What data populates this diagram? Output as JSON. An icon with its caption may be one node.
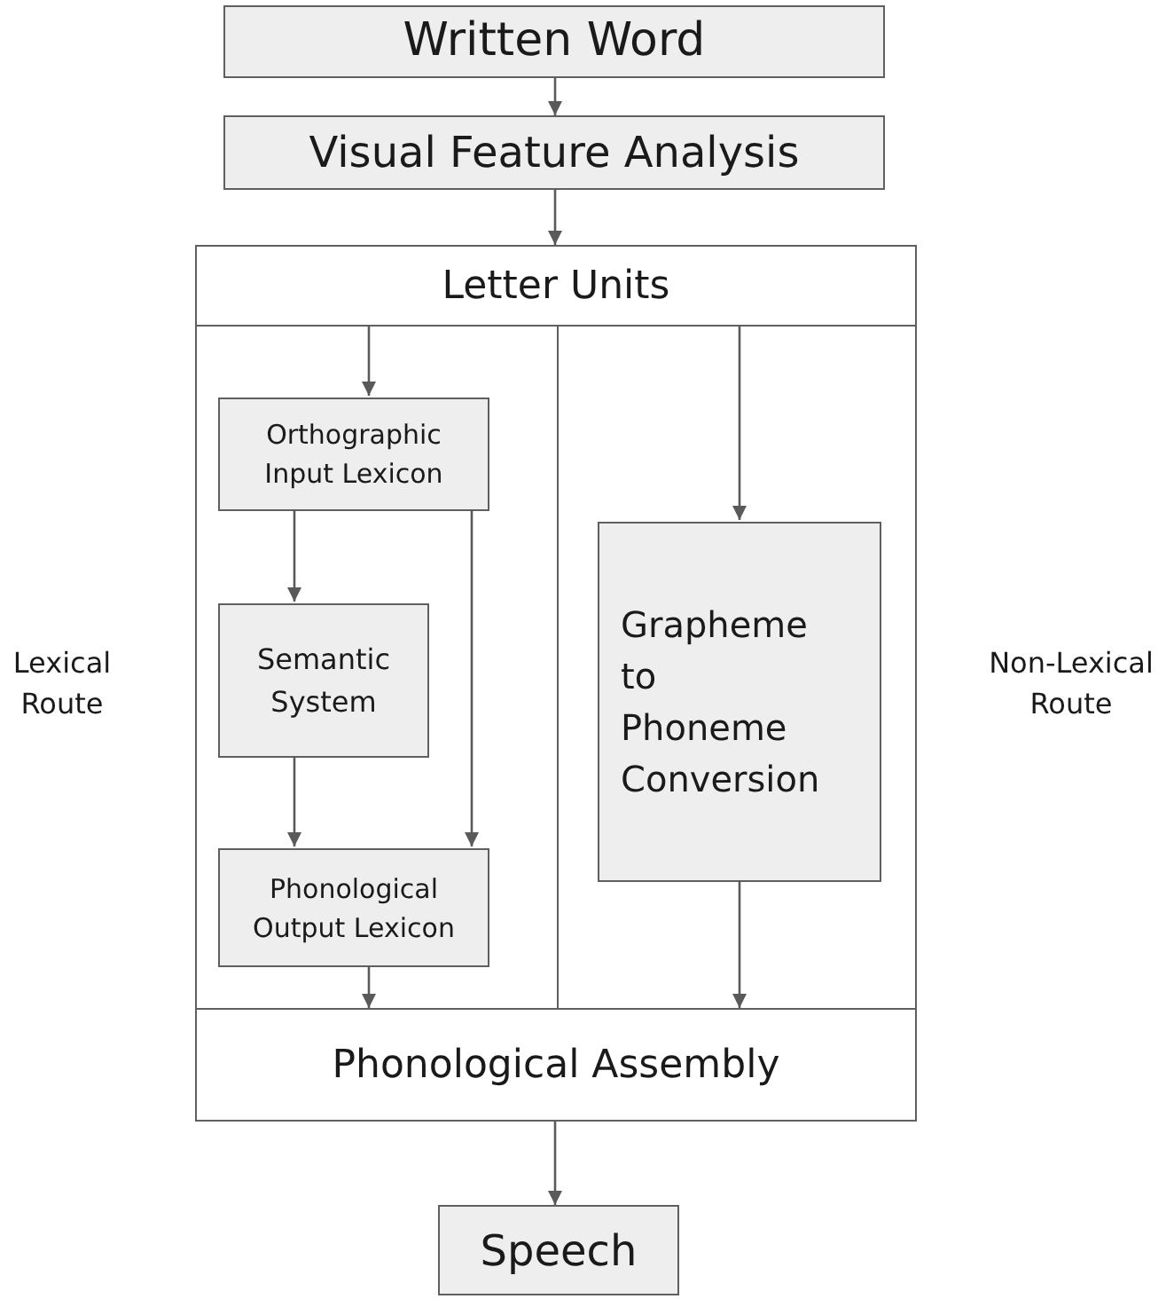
{
  "diagram": {
    "nodes": [
      {
        "text": [
          "Written Word"
        ]
      },
      {
        "text": [
          "Visual Feature Analysis"
        ]
      },
      {
        "text": [
          "Letter Units"
        ]
      },
      {
        "text": [],
        "shape": "box"
      },
      {
        "text": [
          "Orthographic Input Lexicon"
        ],
        "in": 3
      },
      {
        "text": [
          "Semantic System"
        ],
        "in": 3
      },
      {
        "text": [
          "Phonological Output Lexicon"
        ],
        "in": 3
      },
      {
        "text": [],
        "shape": "box"
      },
      {
        "text": [
          "Grapheme to Phoneme Conversion"
        ],
        "in": 7
      },
      {
        "text": [
          "Phonological Assembly"
        ]
      },
      {
        "text": [
          "Speech"
        ]
      }
    ],
    "edges": [
      {
        "from": 0,
        "to": 1,
        "arrow": "to"
      },
      {
        "from": 1,
        "to": 2,
        "arrow": "to"
      },
      {
        "from": 2,
        "to": 4,
        "arrow": "to"
      },
      {
        "from": 2,
        "to": 8,
        "arrow": "to"
      },
      {
        "from": 4,
        "to": 5,
        "arrow": "to"
      },
      {
        "from": 4,
        "to": 6,
        "arrow": "to"
      },
      {
        "from": 5,
        "to": 6,
        "arrow": "to"
      },
      {
        "from": 6,
        "to": 9,
        "arrow": "to"
      },
      {
        "from": 8,
        "to": 9,
        "arrow": "to"
      },
      {
        "from": 9,
        "to": 10,
        "arrow": "to"
      }
    ],
    "labels": [
      "Lexical Route",
      "Non-Lexical Route"
    ]
  }
}
